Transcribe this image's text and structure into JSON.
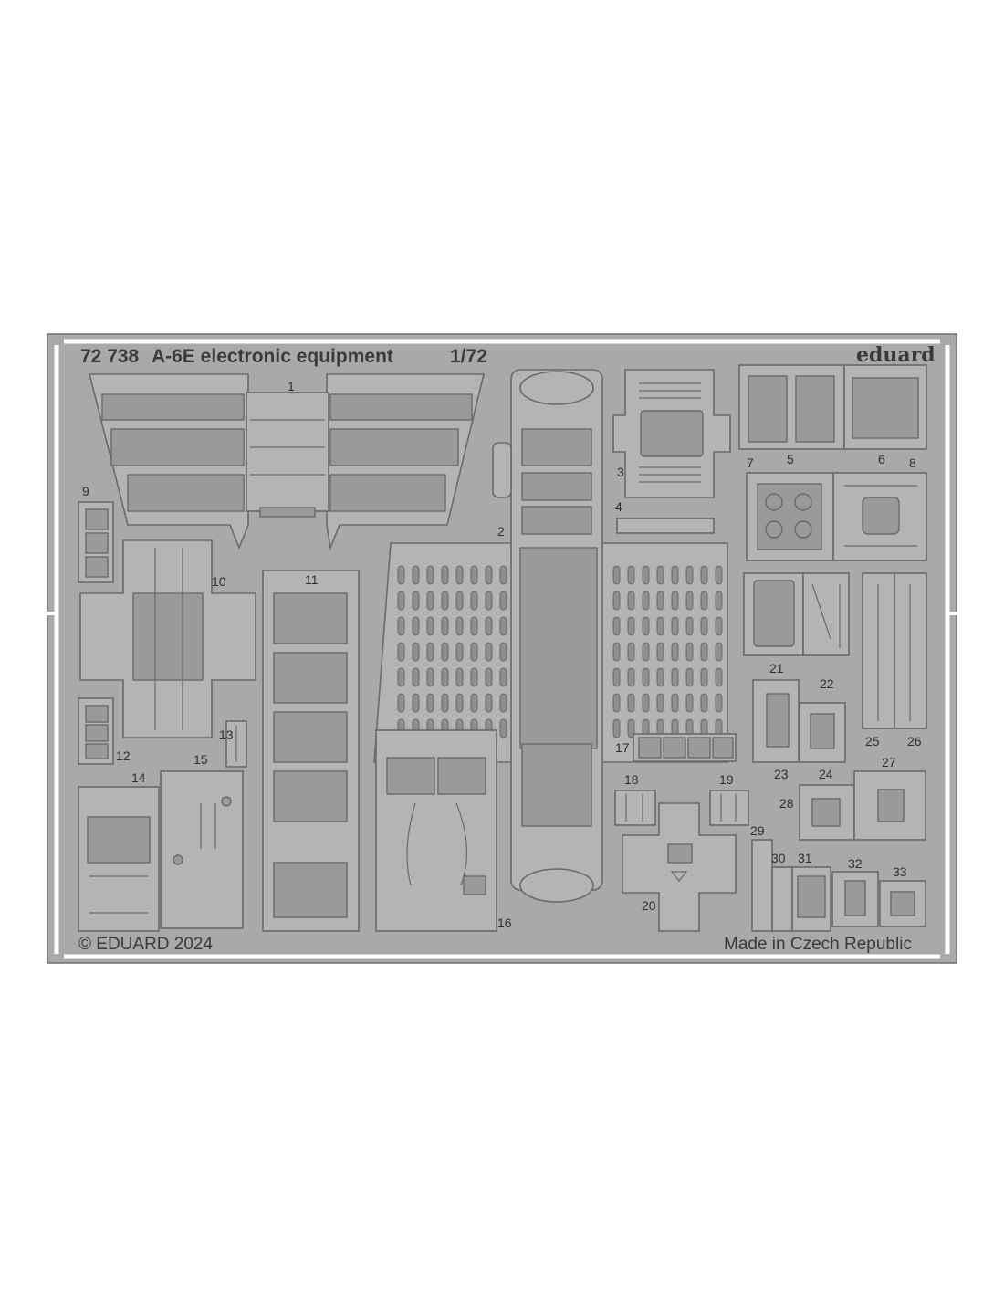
{
  "fret": {
    "code": "72 738",
    "title": "A-6E electronic equipment",
    "scale": "1/72",
    "brand": "eduard",
    "copyright": "© EDUARD 2024",
    "origin": "Made in Czech Republic"
  },
  "part_numbers": [
    "1",
    "2",
    "3",
    "4",
    "5",
    "6",
    "7",
    "8",
    "9",
    "10",
    "11",
    "12",
    "13",
    "14",
    "15",
    "16",
    "17",
    "18",
    "19",
    "20",
    "21",
    "22",
    "23",
    "24",
    "25",
    "26",
    "27",
    "28",
    "29",
    "30",
    "31",
    "32",
    "33"
  ],
  "colors": {
    "sheet": "#a9a9a9",
    "part": "#b4b4b4",
    "recess": "#9a9a9a",
    "outline": "#6a6a6a",
    "text": "#3a3a3a"
  }
}
